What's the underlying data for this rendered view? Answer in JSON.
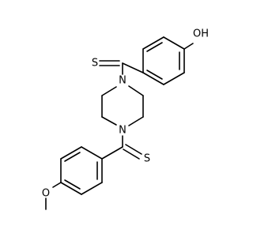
{
  "molecule": {
    "atoms": {
      "O_hydroxyl": "OH",
      "S_top": "S",
      "N_top": "N",
      "N_bottom": "N",
      "S_bottom": "S",
      "O_methoxy": "O"
    }
  }
}
